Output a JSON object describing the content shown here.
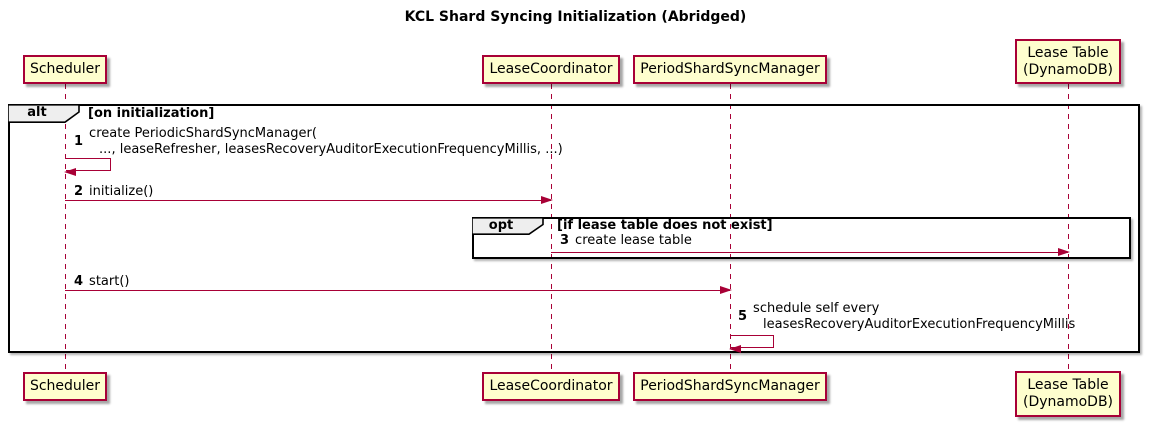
{
  "title": "KCL Shard Syncing Initialization (Abridged)",
  "participants": [
    {
      "name": "Scheduler"
    },
    {
      "name": "LeaseCoordinator"
    },
    {
      "name": "PeriodShardSyncManager"
    },
    {
      "name": "Lease Table\n(DynamoDB)"
    }
  ],
  "frames": {
    "alt": {
      "keyword": "alt",
      "guard": "[on initialization]"
    },
    "opt": {
      "keyword": "opt",
      "guard": "[if lease table does not exist]"
    }
  },
  "messages": [
    {
      "num": "1",
      "kind": "self",
      "from": "Scheduler",
      "to": "Scheduler",
      "line1": "create PeriodicShardSyncManager(",
      "line2": "..., leaseRefresher, leasesRecoveryAuditorExecutionFrequencyMillis, ...)"
    },
    {
      "num": "2",
      "kind": "arrow",
      "from": "Scheduler",
      "to": "LeaseCoordinator",
      "text": "initialize()"
    },
    {
      "num": "3",
      "kind": "arrow",
      "from": "LeaseCoordinator",
      "to": "Lease Table (DynamoDB)",
      "text": "create lease table"
    },
    {
      "num": "4",
      "kind": "arrow",
      "from": "Scheduler",
      "to": "PeriodShardSyncManager",
      "text": "start()"
    },
    {
      "num": "5",
      "kind": "self",
      "from": "PeriodShardSyncManager",
      "to": "PeriodShardSyncManager",
      "line1": "schedule self every",
      "line2": "leasesRecoveryAuditorExecutionFrequencyMillis"
    }
  ],
  "colors": {
    "participant_fill": "#FEFECE",
    "participant_border": "#A80036",
    "arrow": "#A80036",
    "lifeline": "#A80036",
    "frame_border": "#000000",
    "frame_label_fill": "#EEEEEE",
    "text": "#000000"
  }
}
